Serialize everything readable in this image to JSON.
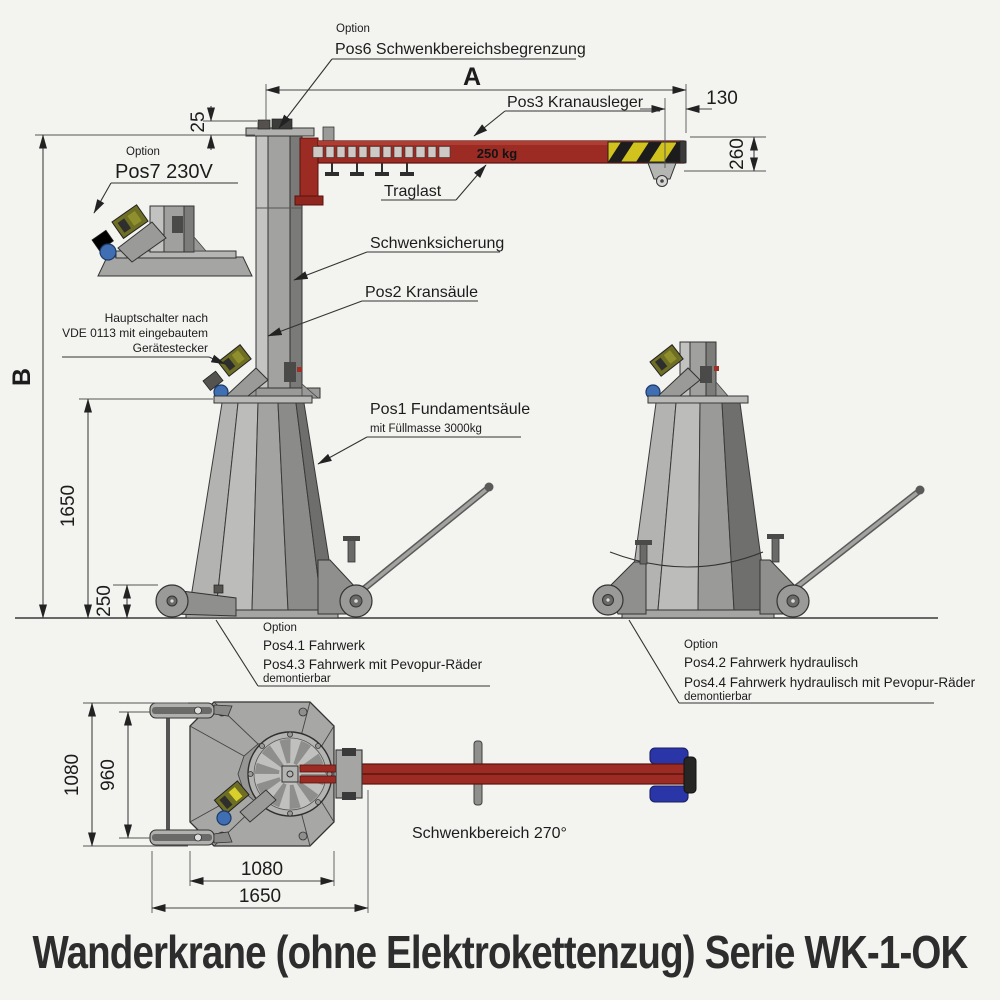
{
  "title": "Wanderkrane (ohne Elektrokettenzug) Serie WK-1-OK",
  "callouts": {
    "option": "Option",
    "pos6": "Pos6 Schwenkbereichsbegrenzung",
    "pos3": "Pos3 Kranausleger",
    "traglast": "Traglast",
    "capacity": "250 kg",
    "schwenksicherung": "Schwenksicherung",
    "pos2": "Pos2 Kransäule",
    "pos7_option": "Option",
    "pos7": "Pos7 230V",
    "hauptschalter_line1": "Hauptschalter nach",
    "hauptschalter_line2": "VDE 0113 mit eingebautem",
    "hauptschalter_line3": "Gerätestecker",
    "pos1": "Pos1 Fundamentsäule",
    "pos1_sub": "mit Füllmasse 3000kg",
    "fahrwerk_left": {
      "option": "Option",
      "line1": "Pos4.1 Fahrwerk",
      "line2": "Pos4.3 Fahrwerk mit Pevopur-Räder",
      "note": "demontierbar"
    },
    "fahrwerk_right": {
      "option": "Option",
      "line1": "Pos4.2 Fahrwerk hydraulisch",
      "line2": "Pos4.4 Fahrwerk hydraulisch mit Pevopur-Räder",
      "note": "demontierbar"
    },
    "schwenkbereich": "Schwenkbereich 270°"
  },
  "dimensions": {
    "A": "A",
    "B": "B",
    "d130": "130",
    "d260": "260",
    "d25": "25",
    "d1650_v": "1650",
    "d250": "250",
    "d1080_v": "1080",
    "d960": "960",
    "d1080_h": "1080",
    "d1650_h": "1650"
  },
  "colors": {
    "background": "#f3f3f0",
    "line": "#333333",
    "label": "#1c1c1c",
    "arm_red": "#9c2b24",
    "arm_red_dark": "#5a130d",
    "hazard_yellow": "#d2c21d",
    "steel_light": "#c4c4c2",
    "steel_mid": "#a2a2a0",
    "steel_dark": "#7a7a78",
    "roller_blue": "#2a36a8",
    "connector_blue": "#3f6fb2",
    "switch_olive": "#6e6e24",
    "title_color": "#2d2d2d"
  }
}
